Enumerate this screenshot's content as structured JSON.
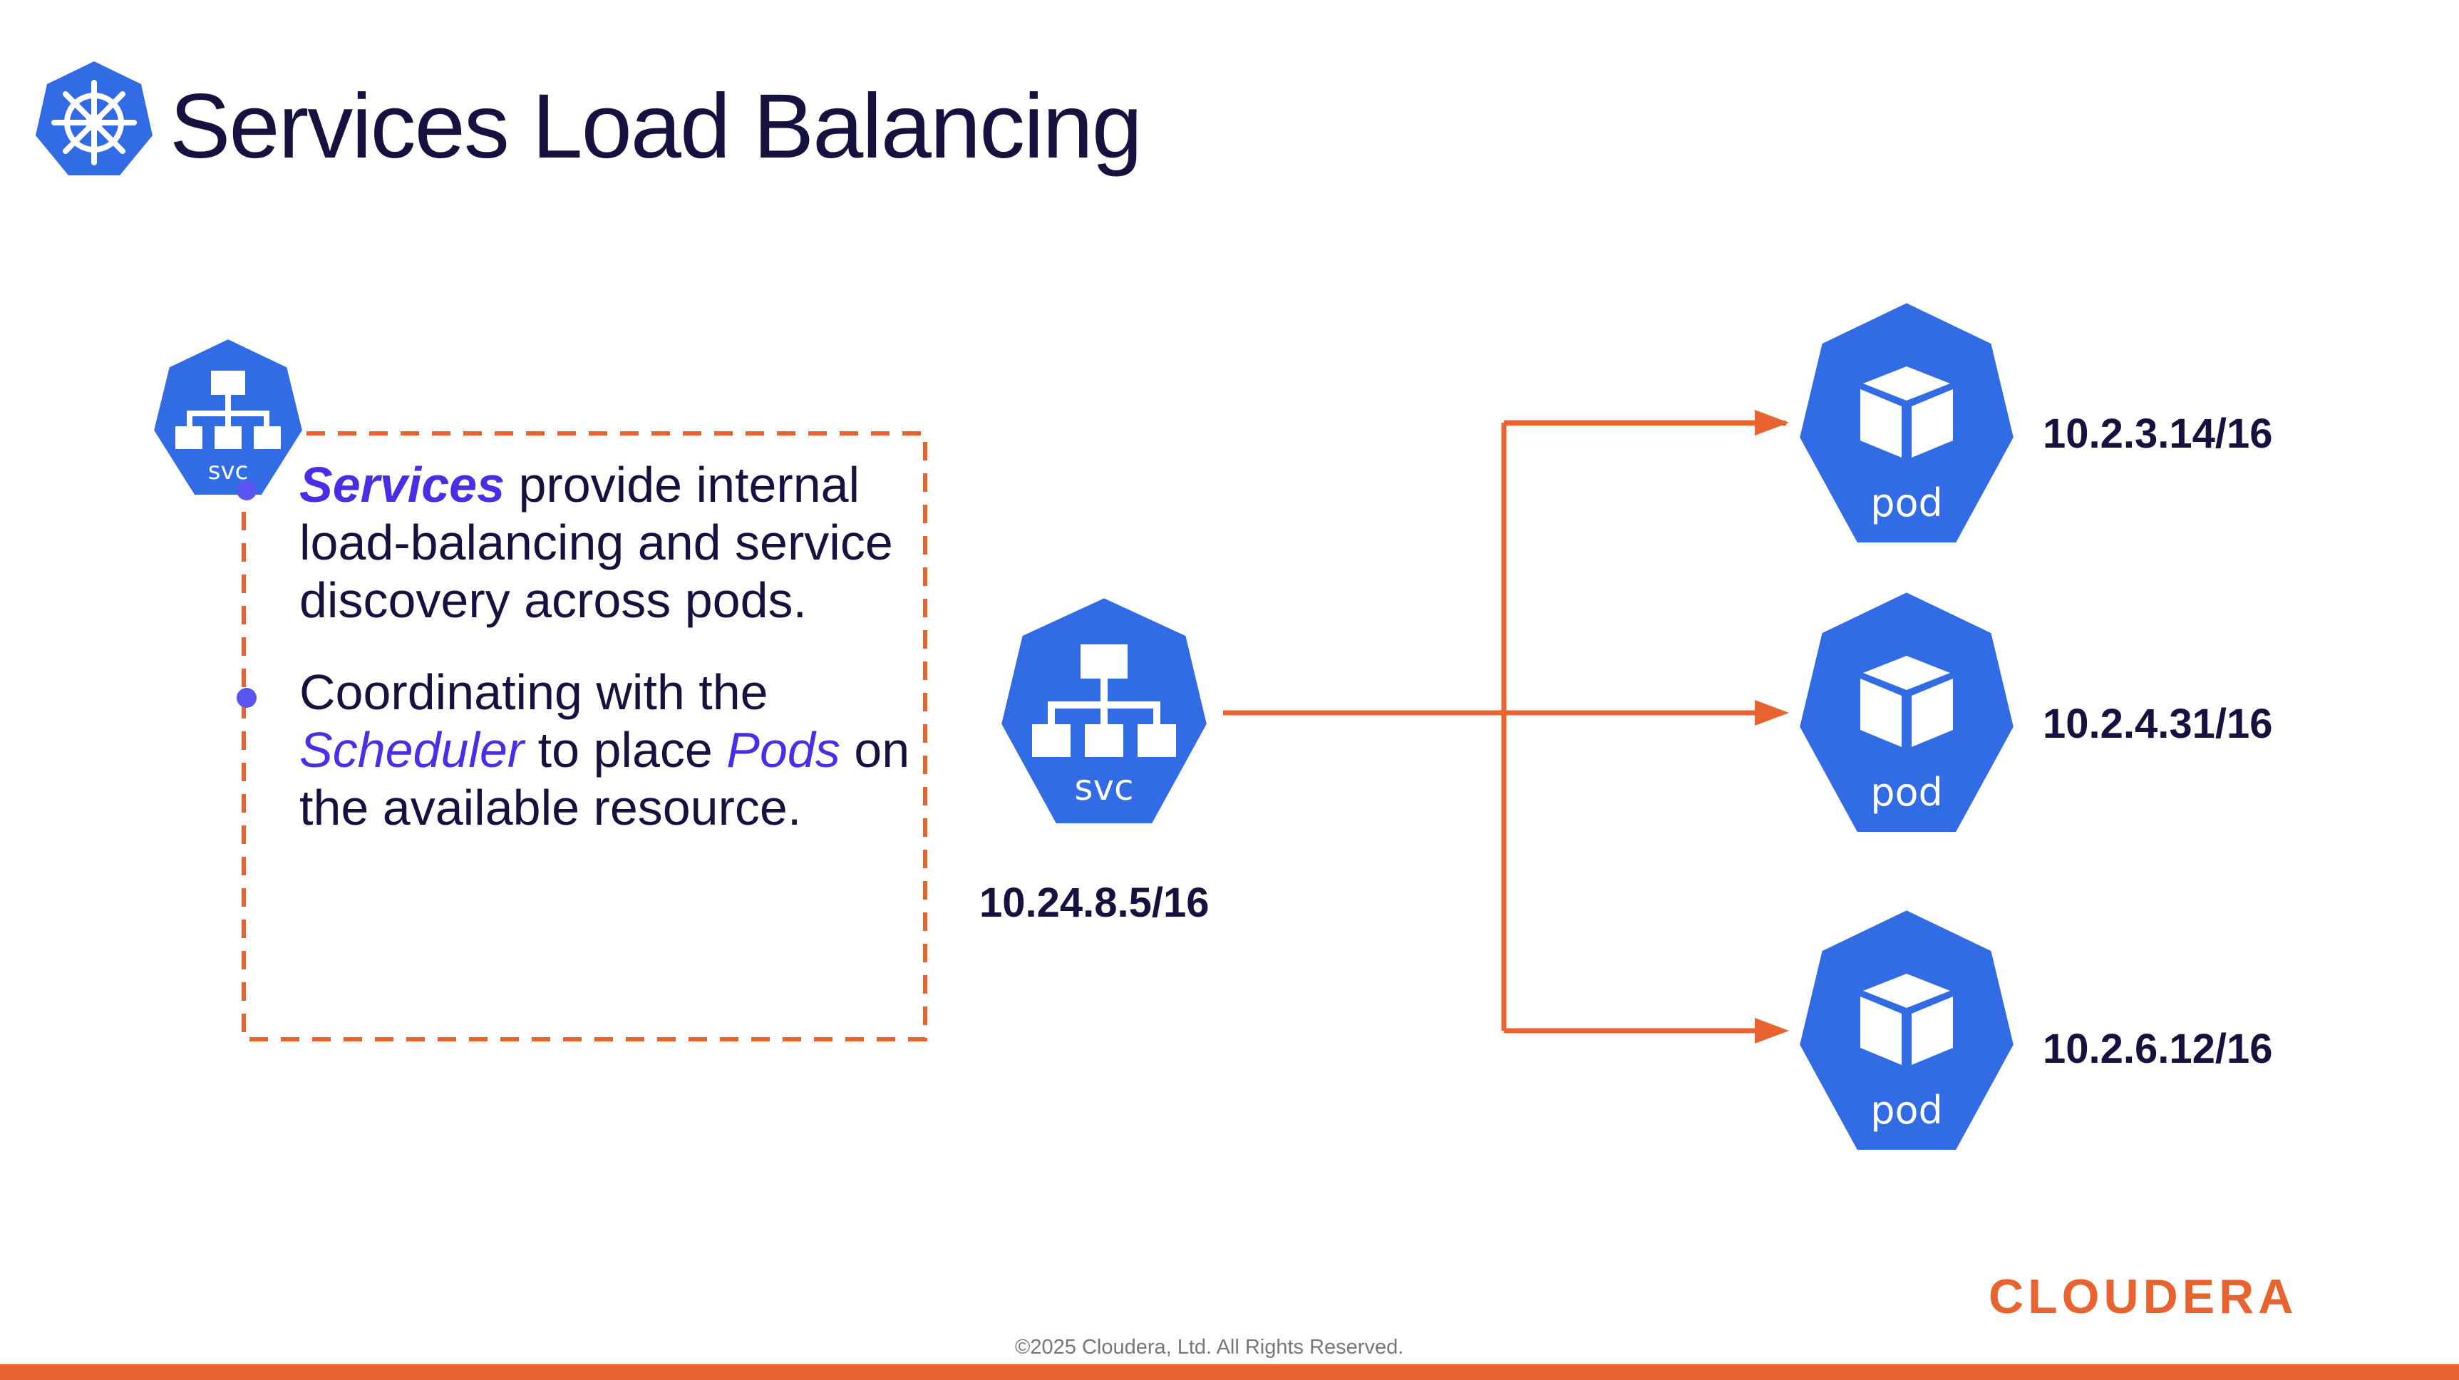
{
  "title": "Services Load Balancing",
  "left_icon_label": "svc",
  "center_svc": {
    "label": "svc",
    "ip": "10.24.8.5/16"
  },
  "bullets": {
    "b1": {
      "em": "Services",
      "rest": " provide internal load-balancing and service discovery across pods."
    },
    "b2": {
      "p1": "Coordinating with the ",
      "em1": "Scheduler",
      "p2": " to place ",
      "em2": "Pods",
      "p3": " on the available resource."
    }
  },
  "pods": [
    {
      "label": "pod",
      "ip": "10.2.3.14/16"
    },
    {
      "label": "pod",
      "ip": "10.2.4.31/16"
    },
    {
      "label": "pod",
      "ip": "10.2.6.12/16"
    }
  ],
  "logo": "CLOUDERA",
  "copyright": "©2025 Cloudera, Ltd. All Rights Reserved.",
  "colors": {
    "accent": "#e8632f",
    "k8s_blue": "#326ce5",
    "title": "#16123f",
    "highlight": "#4a2ee6"
  },
  "icons": [
    "kubernetes-helm-icon",
    "service-icon",
    "pod-cube-icon"
  ]
}
